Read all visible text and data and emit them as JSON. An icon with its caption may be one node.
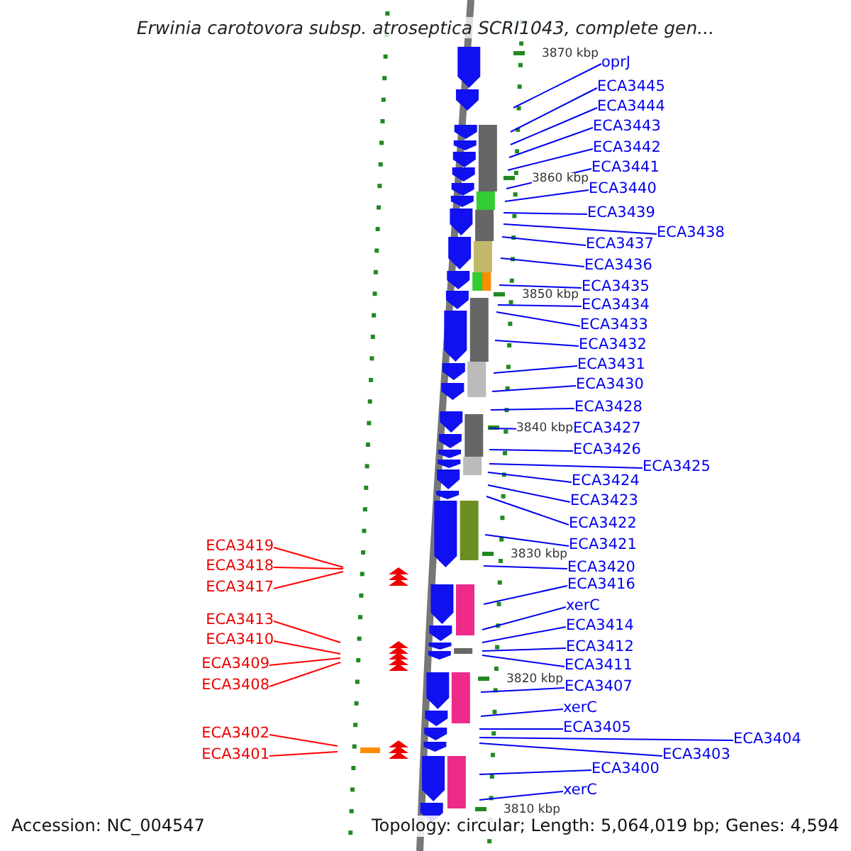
{
  "diagram": {
    "title": "Erwinia carotovora subsp. atroseptica SCRI1043, complete gen...",
    "nodes": [
      {
        "text": [
          "oprJ"
        ]
      },
      {
        "text": [
          "ECA3445"
        ]
      },
      {
        "text": [
          "ECA3444"
        ]
      },
      {
        "text": [
          "ECA3443"
        ]
      },
      {
        "text": [
          "ECA3442"
        ]
      },
      {
        "text": [
          "ECA3441"
        ]
      },
      {
        "text": [
          "ECA3440"
        ]
      },
      {
        "text": [
          "ECA3439"
        ]
      },
      {
        "text": [
          "ECA3438"
        ]
      },
      {
        "text": [
          "ECA3437"
        ]
      },
      {
        "text": [
          "ECA3436"
        ]
      },
      {
        "text": [
          "ECA3435"
        ]
      },
      {
        "text": [
          "ECA3434"
        ]
      },
      {
        "text": [
          "ECA3433"
        ]
      },
      {
        "text": [
          "ECA3432"
        ]
      },
      {
        "text": [
          "ECA3431"
        ]
      },
      {
        "text": [
          "ECA3430"
        ]
      },
      {
        "text": [
          "ECA3428"
        ]
      },
      {
        "text": [
          "ECA3427"
        ]
      },
      {
        "text": [
          "ECA3426"
        ]
      },
      {
        "text": [
          "ECA3425"
        ]
      },
      {
        "text": [
          "ECA3424"
        ]
      },
      {
        "text": [
          "ECA3423"
        ]
      },
      {
        "text": [
          "ECA3422"
        ]
      },
      {
        "text": [
          "ECA3421"
        ]
      },
      {
        "text": [
          "ECA3420"
        ]
      },
      {
        "text": [
          "ECA3416"
        ]
      },
      {
        "text": [
          "xerC"
        ]
      },
      {
        "text": [
          "ECA3414"
        ]
      },
      {
        "text": [
          "ECA3412"
        ]
      },
      {
        "text": [
          "ECA3411"
        ]
      },
      {
        "text": [
          "ECA3407"
        ]
      },
      {
        "text": [
          "xerC"
        ]
      },
      {
        "text": [
          "ECA3405"
        ]
      },
      {
        "text": [
          "ECA3404"
        ]
      },
      {
        "text": [
          "ECA3403"
        ]
      },
      {
        "text": [
          "ECA3400"
        ]
      },
      {
        "text": [
          "xerC"
        ]
      },
      {
        "text": [
          "ECA3419"
        ]
      },
      {
        "text": [
          "ECA3418"
        ]
      },
      {
        "text": [
          "ECA3417"
        ]
      },
      {
        "text": [
          "ECA3413"
        ]
      },
      {
        "text": [
          "ECA3410"
        ]
      },
      {
        "text": [
          "ECA3409"
        ]
      },
      {
        "text": [
          "ECA3408"
        ]
      },
      {
        "text": [
          "ECA3402"
        ]
      },
      {
        "text": [
          "ECA3401"
        ]
      }
    ],
    "edges": [
      {
        "from": 0,
        "to": null,
        "arrow": "none"
      },
      {
        "from": 1,
        "to": null,
        "arrow": "none"
      },
      {
        "from": 2,
        "to": null,
        "arrow": "none"
      },
      {
        "from": 3,
        "to": null,
        "arrow": "none"
      },
      {
        "from": 4,
        "to": null,
        "arrow": "none"
      },
      {
        "from": 5,
        "to": null,
        "arrow": "none"
      },
      {
        "from": 6,
        "to": null,
        "arrow": "none"
      },
      {
        "from": 7,
        "to": null,
        "arrow": "none"
      },
      {
        "from": 8,
        "to": null,
        "arrow": "none"
      },
      {
        "from": 9,
        "to": null,
        "arrow": "none"
      },
      {
        "from": 10,
        "to": null,
        "arrow": "none"
      },
      {
        "from": 11,
        "to": null,
        "arrow": "none"
      },
      {
        "from": 12,
        "to": null,
        "arrow": "none"
      },
      {
        "from": 13,
        "to": null,
        "arrow": "none"
      },
      {
        "from": 14,
        "to": null,
        "arrow": "none"
      },
      {
        "from": 15,
        "to": null,
        "arrow": "none"
      },
      {
        "from": 16,
        "to": null,
        "arrow": "none"
      },
      {
        "from": 17,
        "to": null,
        "arrow": "none"
      },
      {
        "from": 18,
        "to": null,
        "arrow": "none"
      },
      {
        "from": 19,
        "to": null,
        "arrow": "none"
      },
      {
        "from": 20,
        "to": null,
        "arrow": "none"
      },
      {
        "from": 21,
        "to": null,
        "arrow": "none"
      },
      {
        "from": 22,
        "to": null,
        "arrow": "none"
      },
      {
        "from": 23,
        "to": null,
        "arrow": "none"
      },
      {
        "from": 24,
        "to": null,
        "arrow": "none"
      },
      {
        "from": 25,
        "to": null,
        "arrow": "none"
      },
      {
        "from": 26,
        "to": null,
        "arrow": "none"
      },
      {
        "from": 27,
        "to": null,
        "arrow": "none"
      },
      {
        "from": 28,
        "to": null,
        "arrow": "none"
      },
      {
        "from": 29,
        "to": null,
        "arrow": "none"
      },
      {
        "from": 30,
        "to": null,
        "arrow": "none"
      },
      {
        "from": 31,
        "to": null,
        "arrow": "none"
      },
      {
        "from": 32,
        "to": null,
        "arrow": "none"
      },
      {
        "from": 33,
        "to": null,
        "arrow": "none"
      },
      {
        "from": 34,
        "to": null,
        "arrow": "none"
      },
      {
        "from": 35,
        "to": null,
        "arrow": "none"
      },
      {
        "from": 36,
        "to": null,
        "arrow": "none"
      },
      {
        "from": 37,
        "to": null,
        "arrow": "none"
      },
      {
        "from": 38,
        "to": null,
        "arrow": "none",
        "color": "#ff0000"
      },
      {
        "from": 39,
        "to": null,
        "arrow": "none",
        "color": "#ff0000"
      },
      {
        "from": 40,
        "to": null,
        "arrow": "none",
        "color": "#ff0000"
      },
      {
        "from": 41,
        "to": null,
        "arrow": "none",
        "color": "#ff0000"
      },
      {
        "from": 42,
        "to": null,
        "arrow": "none",
        "color": "#ff0000"
      },
      {
        "from": 43,
        "to": null,
        "arrow": "none",
        "color": "#ff0000"
      },
      {
        "from": 44,
        "to": null,
        "arrow": "none",
        "color": "#ff0000"
      },
      {
        "from": 45,
        "to": null,
        "arrow": "none",
        "color": "#ff0000"
      },
      {
        "from": 46,
        "to": null,
        "arrow": "none",
        "color": "#ff0000"
      }
    ],
    "labels": [
      "3870 kbp",
      "3860 kbp",
      "3850 kbp",
      "3840 kbp",
      "3830 kbp",
      "3820 kbp",
      "3810 kbp",
      "Accession: NC_004547",
      "Topology: circular; Length: 5,064,019 bp; Genes: 4,594"
    ]
  }
}
